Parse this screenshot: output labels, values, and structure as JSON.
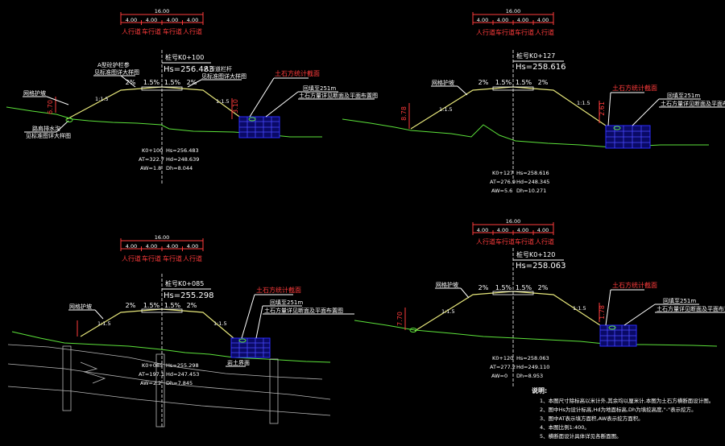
{
  "sections": [
    {
      "id": "s1",
      "total_width": "16.00",
      "lane_widths": [
        "4.00",
        "4.00",
        "4.00",
        "4.00"
      ],
      "lane_names": [
        "人行道",
        "车行道",
        "车行道",
        "人行道"
      ],
      "station": "桩号K0+100",
      "hs": "Hs=256.483",
      "slopes": [
        "2%",
        "1.5%",
        "1.5%",
        "2%"
      ],
      "left_slope": "1:1.5",
      "right_slope": "1:1.5",
      "left_height": "6.70",
      "right_height": "3.10",
      "notes": [
        {
          "text": "A型砼护栏参",
          "pos": "top-left"
        },
        {
          "text": "见标准图详大样图",
          "pos": "top-left-2"
        },
        {
          "text": "人行道栏杆",
          "pos": "top-right"
        },
        {
          "text": "见标准图详大样图",
          "pos": "top-right-2"
        },
        {
          "text": "网格护坡",
          "pos": "left"
        },
        {
          "text": "土石方统计截面",
          "pos": "right"
        },
        {
          "text": "回填至251m",
          "pos": "right-2"
        },
        {
          "text": "土石方量详见断面及平面布置图",
          "pos": "right-3"
        },
        {
          "text": "路肩排水沟",
          "pos": "bottom-left"
        },
        {
          "text": "见标准图详大样图",
          "pos": "bottom-left-2"
        }
      ],
      "stats": {
        "k": "K0+100",
        "hs": "Hs=256.483",
        "at": "AT=322.7",
        "hd": "Hd=248.639",
        "aw": "AW=1.8",
        "dh": "Dh=8.044"
      }
    },
    {
      "id": "s2",
      "total_width": "16.00",
      "lane_widths": [
        "4.00",
        "4.00",
        "4.00",
        "4.00"
      ],
      "lane_names": [
        "人行道",
        "车行道",
        "车行道",
        "人行道"
      ],
      "station": "桩号K0+127",
      "hs": "Hs=258.616",
      "slopes": [
        "2%",
        "1.5%",
        "1.5%",
        "2%"
      ],
      "left_slope": "1:1.5",
      "right_slope": "1:1.5",
      "left_height": "8.78",
      "right_height": "2.61",
      "notes": [
        {
          "text": "网格护坡",
          "pos": "left"
        },
        {
          "text": "土石方统计截面",
          "pos": "right"
        },
        {
          "text": "回填至251m",
          "pos": "right-2"
        },
        {
          "text": "土石方量详见断面及平面布置图",
          "pos": "right-3"
        }
      ],
      "stats": {
        "k": "K0+127",
        "hs": "Hs=258.616",
        "at": "AT=276.9",
        "hd": "Hd=248.345",
        "aw": "AW=5.6",
        "dh": "Dh=10.271"
      }
    },
    {
      "id": "s3",
      "total_width": "16.00",
      "lane_widths": [
        "4.00",
        "4.00",
        "4.00",
        "4.00"
      ],
      "lane_names": [
        "人行道",
        "车行道",
        "车行道",
        "人行道"
      ],
      "station": "桩号K0+085",
      "hs": "Hs=255.298",
      "slopes": [
        "2%",
        "1.5%",
        "1.5%",
        "2%"
      ],
      "left_slope": "1:1.5",
      "right_slope": "1:1.5",
      "left_height": "",
      "right_height": "",
      "notes": [
        {
          "text": "网格护坡",
          "pos": "left"
        },
        {
          "text": "土石方统计截面",
          "pos": "right"
        },
        {
          "text": "回填至251m",
          "pos": "right-2"
        },
        {
          "text": "土石方量详见断面及平面布置图",
          "pos": "right-3"
        },
        {
          "text": "岩土界面",
          "pos": "rock"
        }
      ],
      "stats": {
        "k": "K0+085",
        "hs": "Hs=255.298",
        "at": "AT=197.1",
        "hd": "Hd=247.453",
        "aw": "AW=2.2",
        "dh": "Dh=7.845"
      }
    },
    {
      "id": "s4",
      "total_width": "16.00",
      "lane_widths": [
        "4.00",
        "4.00",
        "4.00",
        "4.00"
      ],
      "lane_names": [
        "人行道",
        "车行道",
        "车行道",
        "人行道"
      ],
      "station": "桩号K0+120",
      "hs": "Hs=258.063",
      "slopes": [
        "2%",
        "1.5%",
        "1.5%",
        "2%"
      ],
      "left_slope": "1:1.5",
      "right_slope": "1:1.5",
      "left_height": "7.70",
      "right_height": "1.78",
      "notes": [
        {
          "text": "网格护坡",
          "pos": "left"
        },
        {
          "text": "土石方统计截面",
          "pos": "right"
        },
        {
          "text": "回填至251m",
          "pos": "right-2"
        },
        {
          "text": "土石方量详见断面及平面布置图",
          "pos": "right-3"
        }
      ],
      "stats": {
        "k": "K0+120",
        "hs": "Hs=258.063",
        "at": "AT=277.2",
        "hd": "Hd=249.110",
        "aw": "AW=0",
        "dh": "Dh=8.953"
      }
    }
  ],
  "legend": {
    "title": "说明:",
    "items": [
      "1、本图尺寸除标高以米计外,其余均以厘米计,本图为土石方横断面设计图。",
      "2、图中Hs为设计标高,Hd为地面标高,Dh为填挖高度,\"-\"表示挖方。",
      "3、图中AT表示填方面积,AW表示挖方面积。",
      "4、本图比例1:400。",
      "5、横断面设计具体详见各断面图。"
    ]
  },
  "colors": {
    "background": "#000000",
    "ground": "#5ce23a",
    "road": "#e6e67a",
    "dimension": "#ff3b3b",
    "mesh": "#2b2bff"
  }
}
